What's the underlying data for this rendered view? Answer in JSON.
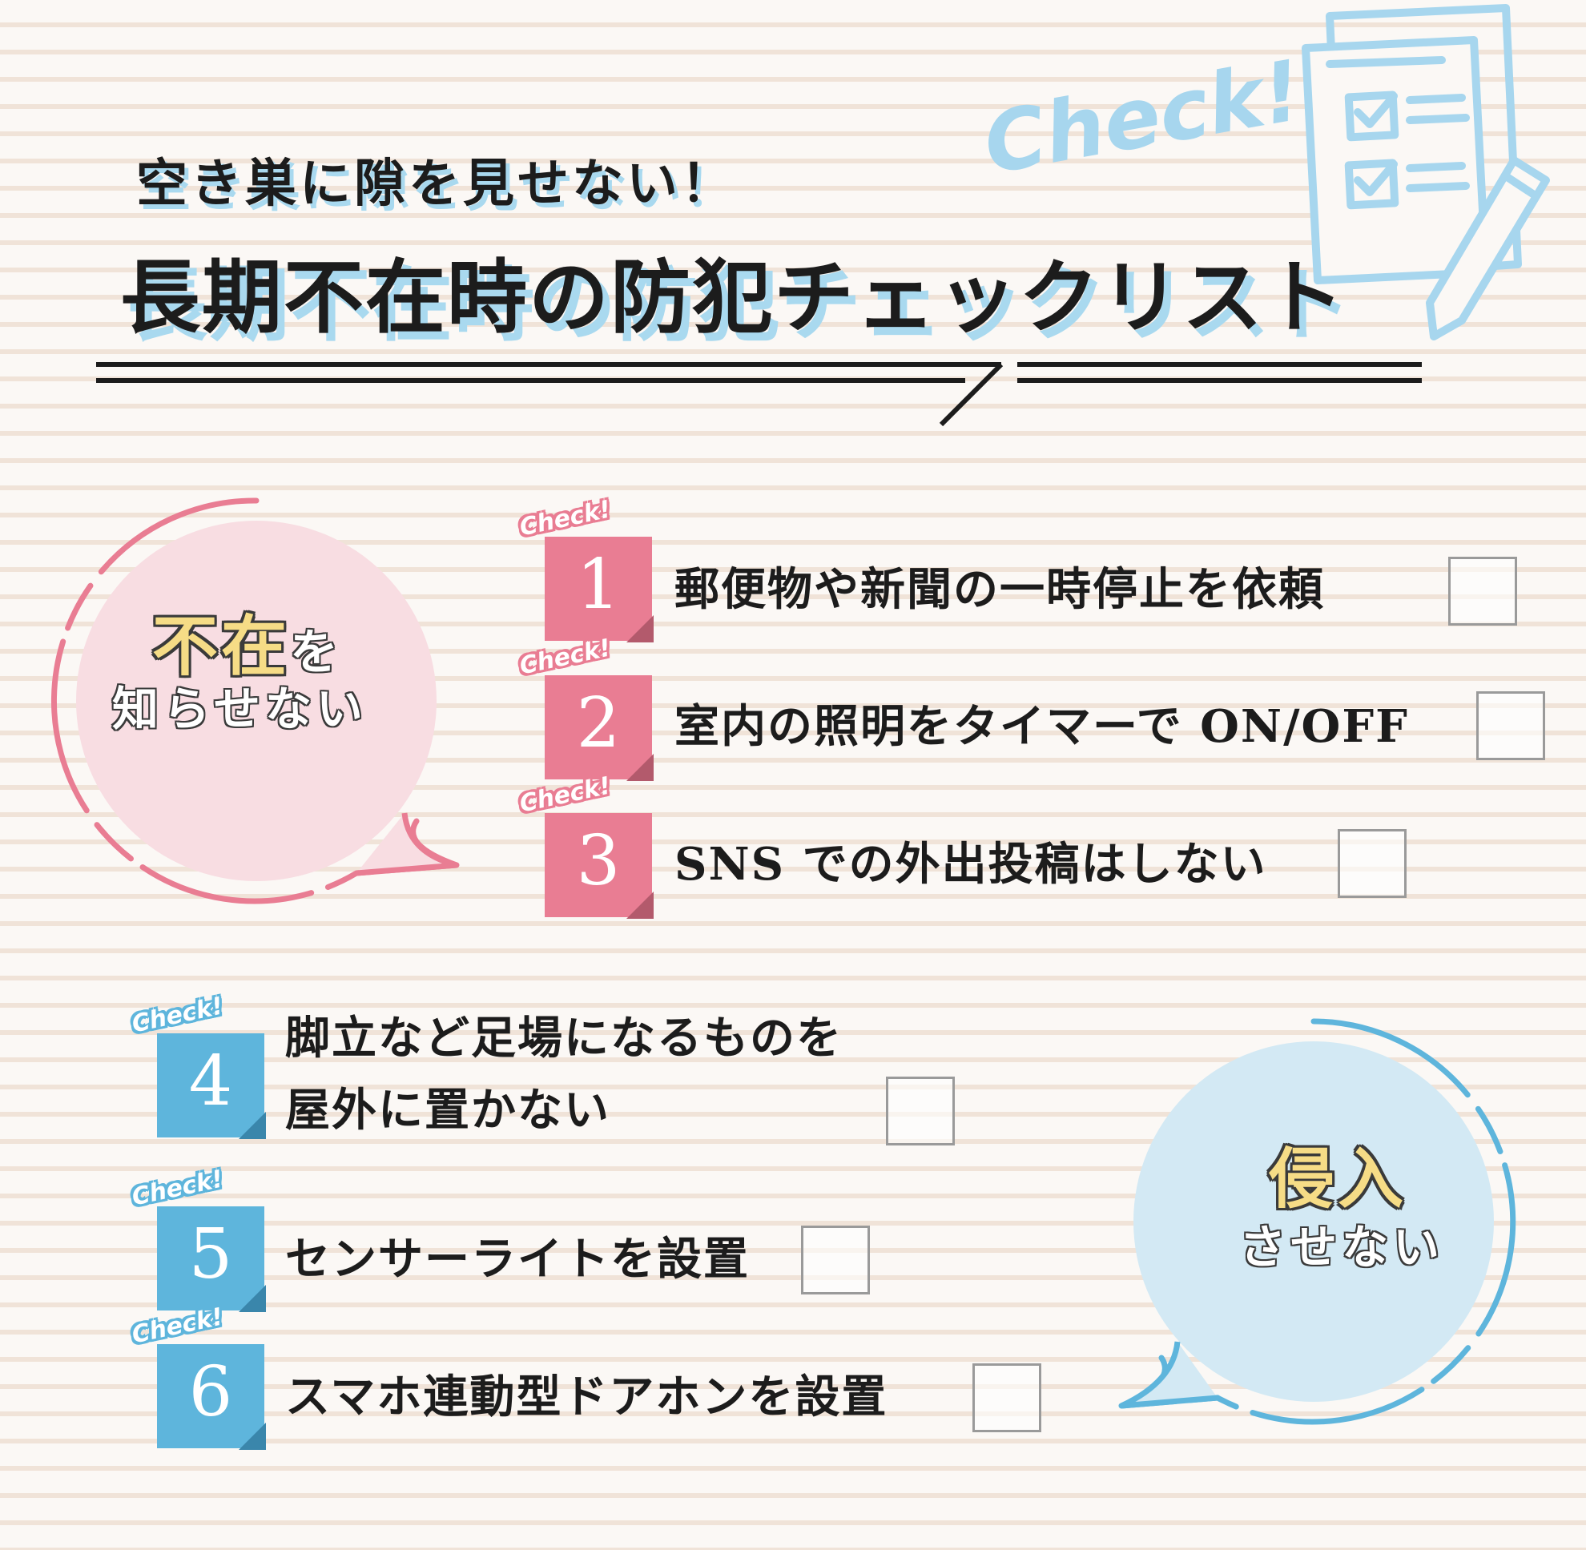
{
  "header": {
    "subtitle": "空き巣に隙を見せない！",
    "title": "長期不在時の防犯チェックリスト",
    "decoration_text": "Check!"
  },
  "bubbles": {
    "pink": {
      "line1_big": "不在",
      "line1_small": "を",
      "line2": "知らせない"
    },
    "blue": {
      "line1": "侵入",
      "line2": "させない"
    }
  },
  "badge_tag": "Check!",
  "items": [
    {
      "number": "1",
      "label": "郵便物や新聞の一時停止を依頼",
      "checked": false
    },
    {
      "number": "2",
      "label": "室内の照明をタイマーで ON/OFF",
      "checked": false
    },
    {
      "number": "3",
      "label": "SNS での外出投稿はしない",
      "checked": false
    },
    {
      "number": "4",
      "label_line1": "脚立など足場になるものを",
      "label_line2": "屋外に置かない",
      "checked": false
    },
    {
      "number": "5",
      "label": "センサーライトを設置",
      "checked": false
    },
    {
      "number": "6",
      "label": "スマホ連動型ドアホンを設置",
      "checked": false
    }
  ],
  "colors": {
    "pink_accent": "#e97d93",
    "blue_accent": "#5eb5dc",
    "title_shadow": "#a9d9ef",
    "highlight_yellow": "#f6dc86"
  },
  "icons": {
    "decoration": "clipboard-checklist-icon",
    "decoration_2": "pencil-icon"
  }
}
